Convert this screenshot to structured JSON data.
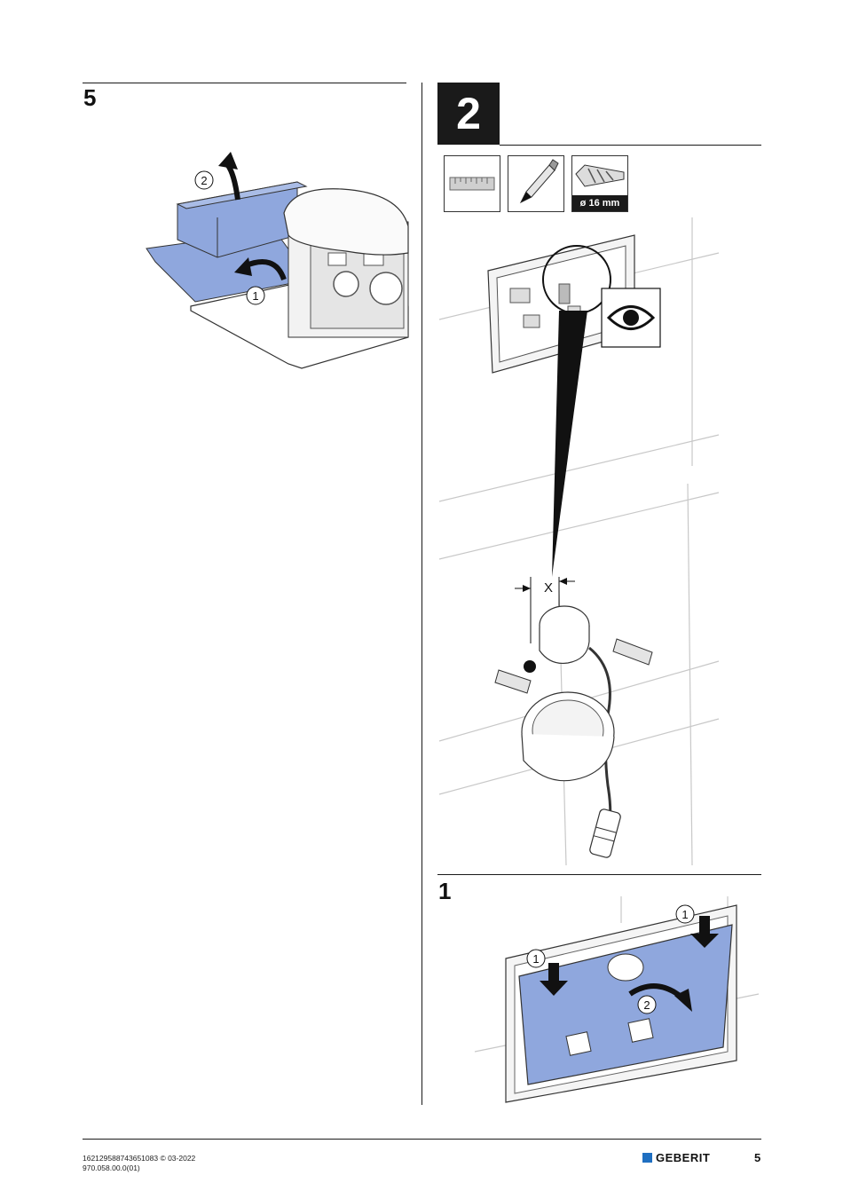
{
  "steps": {
    "left_step": "5",
    "main_step": "2",
    "sub_step": "1"
  },
  "tools": {
    "ruler_icon": "ruler-icon",
    "pencil_icon": "pencil-icon",
    "drill_icon": "drill-bit-icon",
    "drill_label": "ø 16 mm"
  },
  "callouts": {
    "lift_box": "2",
    "fold_flap": "1",
    "press_left": "1",
    "press_right": "1",
    "pivot": "2",
    "dimension": "X"
  },
  "colors": {
    "accent_blue": "#8fa7dd",
    "brand_blue": "#1f6fc1"
  },
  "footer": {
    "code_line1": "162129588743651083 © 03-2022",
    "code_line2": "970.058.00.0(01)",
    "brand": "GEBERIT",
    "page_number": "5"
  }
}
